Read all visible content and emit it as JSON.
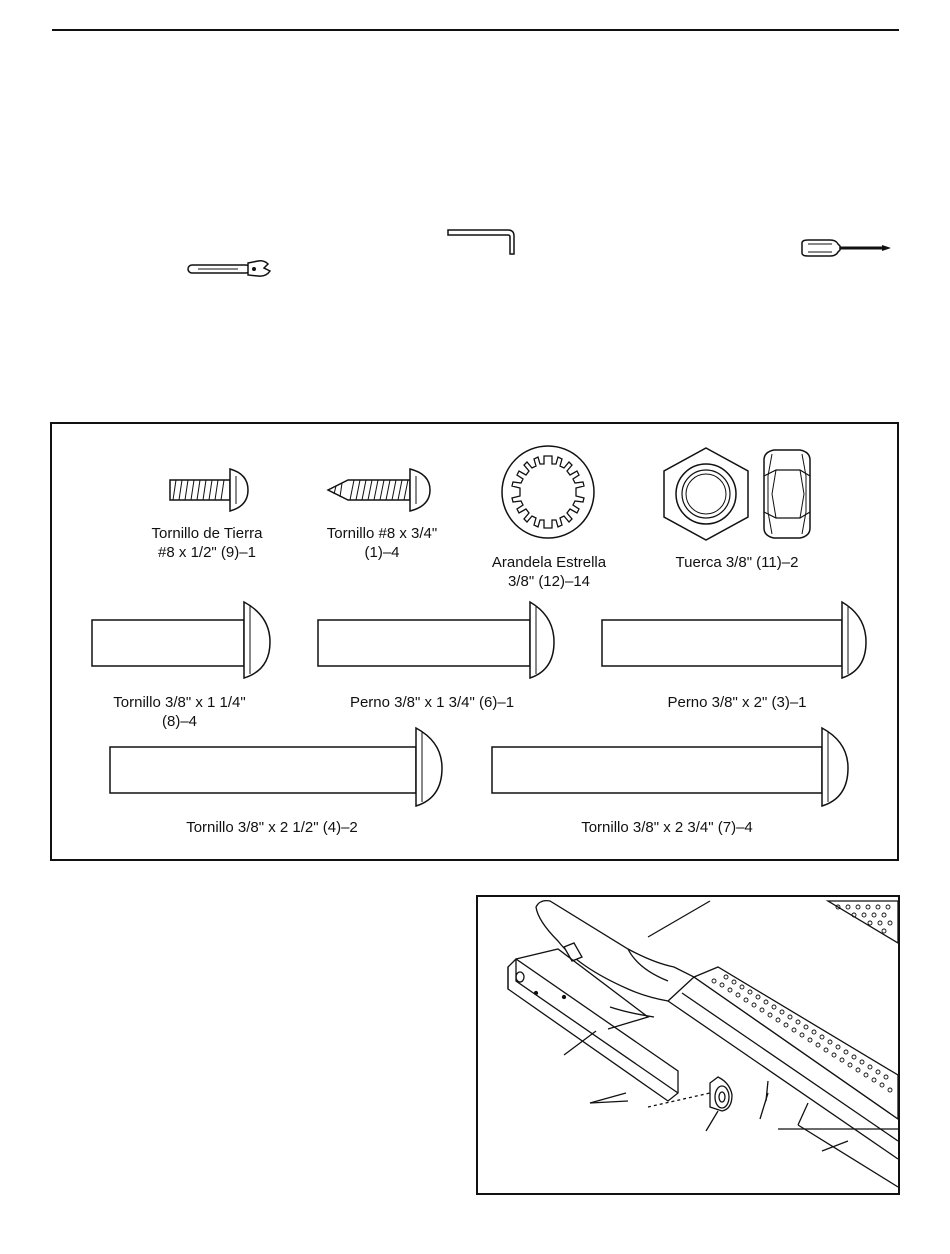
{
  "tools": {
    "wrench": "adjustable-wrench",
    "hex_key": "hex-key",
    "screwdriver": "phillips-screwdriver"
  },
  "parts": {
    "ground_screw": "Tornillo de Tierra\n#8 x 1/2\" (9)–1",
    "screw_8_3_4": "Tornillo #8 x 3/4\"\n(1)–4",
    "star_washer": "Arandela Estrella\n3/8\" (12)–14",
    "nut": "Tuerca 3/8\" (11)–2",
    "screw_1_1_4": "Tornillo 3/8\" x 1 1/4\"\n(8)–4",
    "bolt_1_3_4": "Perno 3/8\" x 1 3/4\" (6)–1",
    "bolt_2": "Perno 3/8\" x 2\" (3)–1",
    "screw_2_1_2": "Tornillo 3/8\" x 2 1/2\" (4)–2",
    "screw_2_3_4": "Tornillo 3/8\" x 2 3/4\" (7)–4"
  }
}
